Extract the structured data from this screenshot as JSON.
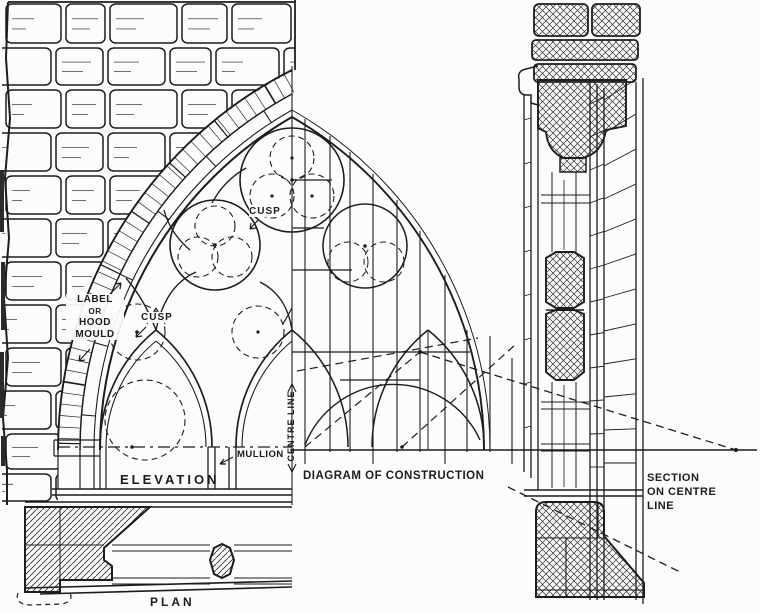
{
  "figure": {
    "kind": "architectural plate: Gothic traceried window",
    "paper_color": "#fcfcfa",
    "ink_color": "#1c1c1c",
    "views": {
      "elevation": {
        "label": "ELEVATION"
      },
      "plan": {
        "label": "PLAN"
      },
      "construction": {
        "label": "DIAGRAM OF CONSTRUCTION"
      },
      "section": {
        "label_lines": [
          "SECTION",
          "ON CENTRE",
          "LINE"
        ]
      }
    },
    "annotations": {
      "hood_mould_lines": [
        "LABEL",
        "OR",
        "HOOD",
        "MOULD"
      ],
      "cusp_upper": "CUSP",
      "cusp_lower": "CUSP",
      "mullion": "MULLION",
      "centre_line": "CENTRE LINE"
    }
  }
}
